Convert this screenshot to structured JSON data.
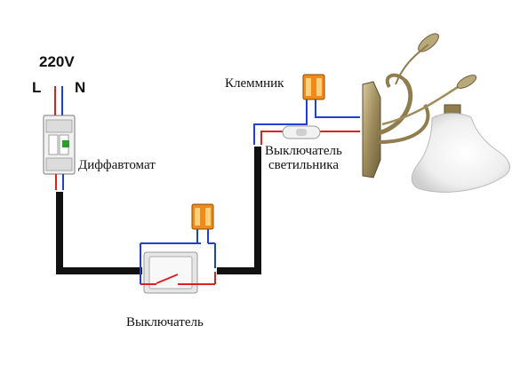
{
  "labels": {
    "voltage": "220V",
    "line": "L",
    "neutral": "N",
    "breaker": "Диффавтомат",
    "terminal": "Клеммник",
    "lamp_switch_line1": "Выключатель",
    "lamp_switch_line2": "светильника",
    "wall_switch": "Выключатель"
  },
  "colors": {
    "phase_wire": "#e02020",
    "neutral_wire": "#2040d0",
    "cable": "#111111",
    "terminal_body": "#f08a1a"
  }
}
